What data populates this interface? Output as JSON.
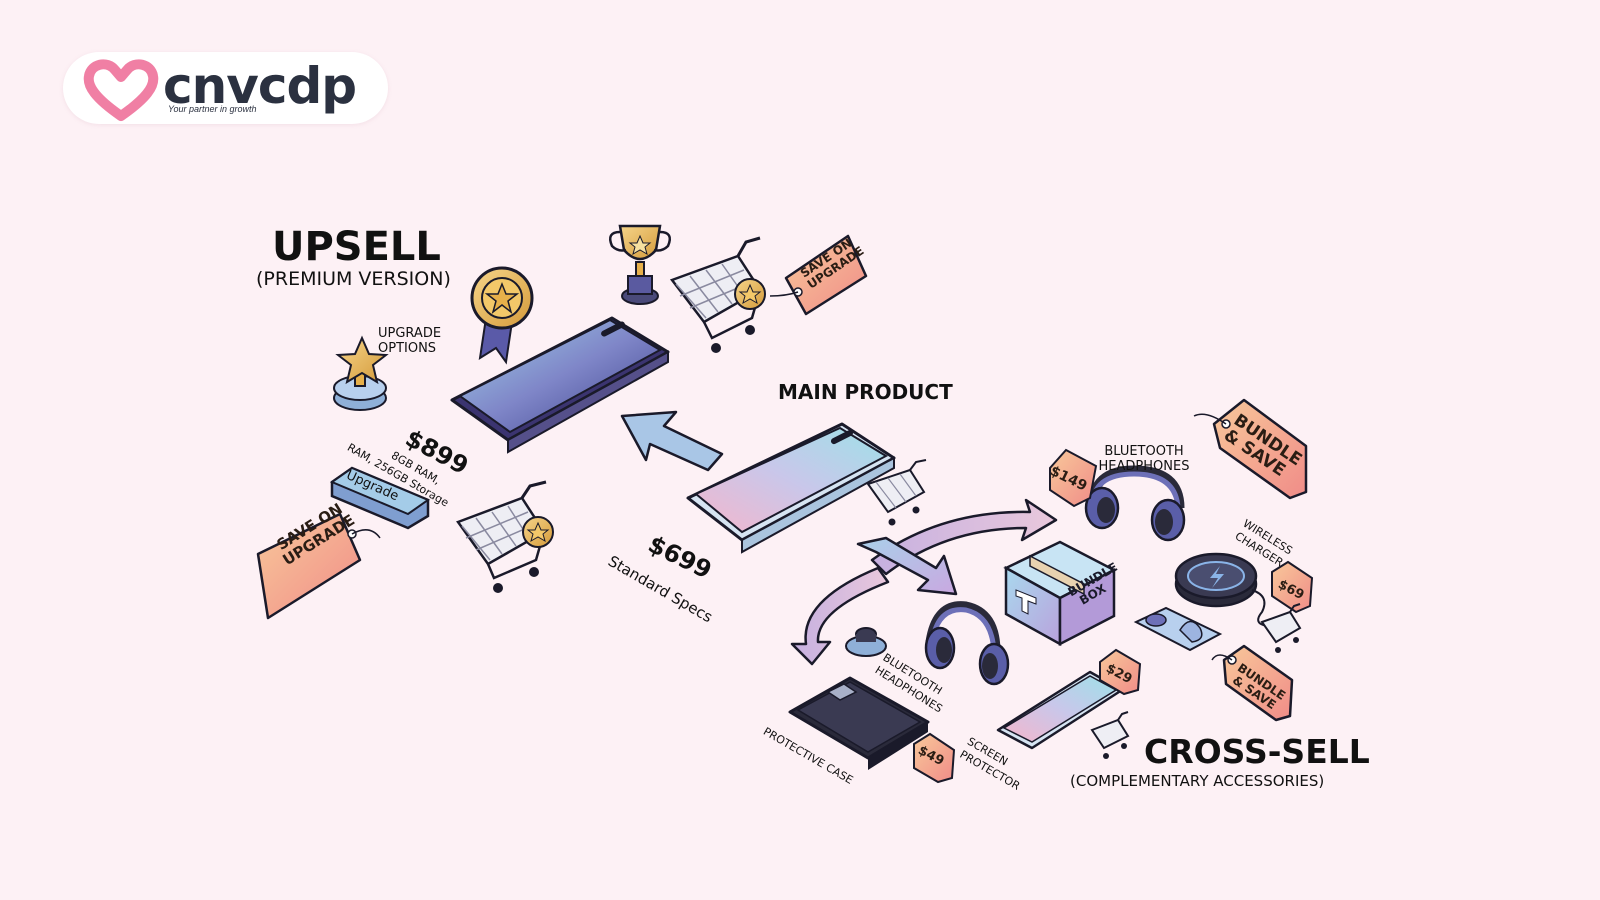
{
  "brand": {
    "name": "cnvcdp",
    "tagline": "Your partner in growth",
    "heart_color": "#f07fa4",
    "text_color": "#2b3140"
  },
  "upsell": {
    "title": "UPSELL",
    "subtitle": "(PREMIUM VERSION)",
    "upgrade_options": "UPGRADE OPTIONS",
    "price": "$899",
    "specs": "8GB RAM, 256GB Storage",
    "specs_line1": "8GB RAM,",
    "specs_line2": "RAM, 256GB Storage",
    "upgrade_button": "Upgrade",
    "tag_top": "SAVE ON UPGRADE",
    "tag_bottom": "SAVE ON UPGRADE"
  },
  "main_product": {
    "title": "MAIN PRODUCT",
    "price": "$699",
    "specs": "Standard Specs"
  },
  "cross_sell": {
    "title": "CROSS-SELL",
    "subtitle": "(COMPLEMENTARY ACCESSORIES)",
    "headphones_label_top": "BLUETOOTH HEADPHONES",
    "headphones_price": "$149",
    "bundle_tag_top": "BUNDLE & SAVE",
    "wireless_charger_label": "WIRELESS CHARGER",
    "charger_price": "$69",
    "bundle_box_label": "BUNDLE BOX",
    "bundle_tag_bottom": "BUNDLE & SAVE",
    "headphones_label_bottom": "BLUETOOTH HEADPHONES",
    "screen_protector_price": "$29",
    "screen_protector_label": "SCREEN PROTECTOR",
    "case_price": "$49",
    "case_label": "PROTECTIVE CASE"
  },
  "colors": {
    "background": "#fdf1f5",
    "tag_orange": "#f6b58a",
    "arrow_blue": "#a9c6e6",
    "arrow_purple": "#c4a6d8"
  }
}
